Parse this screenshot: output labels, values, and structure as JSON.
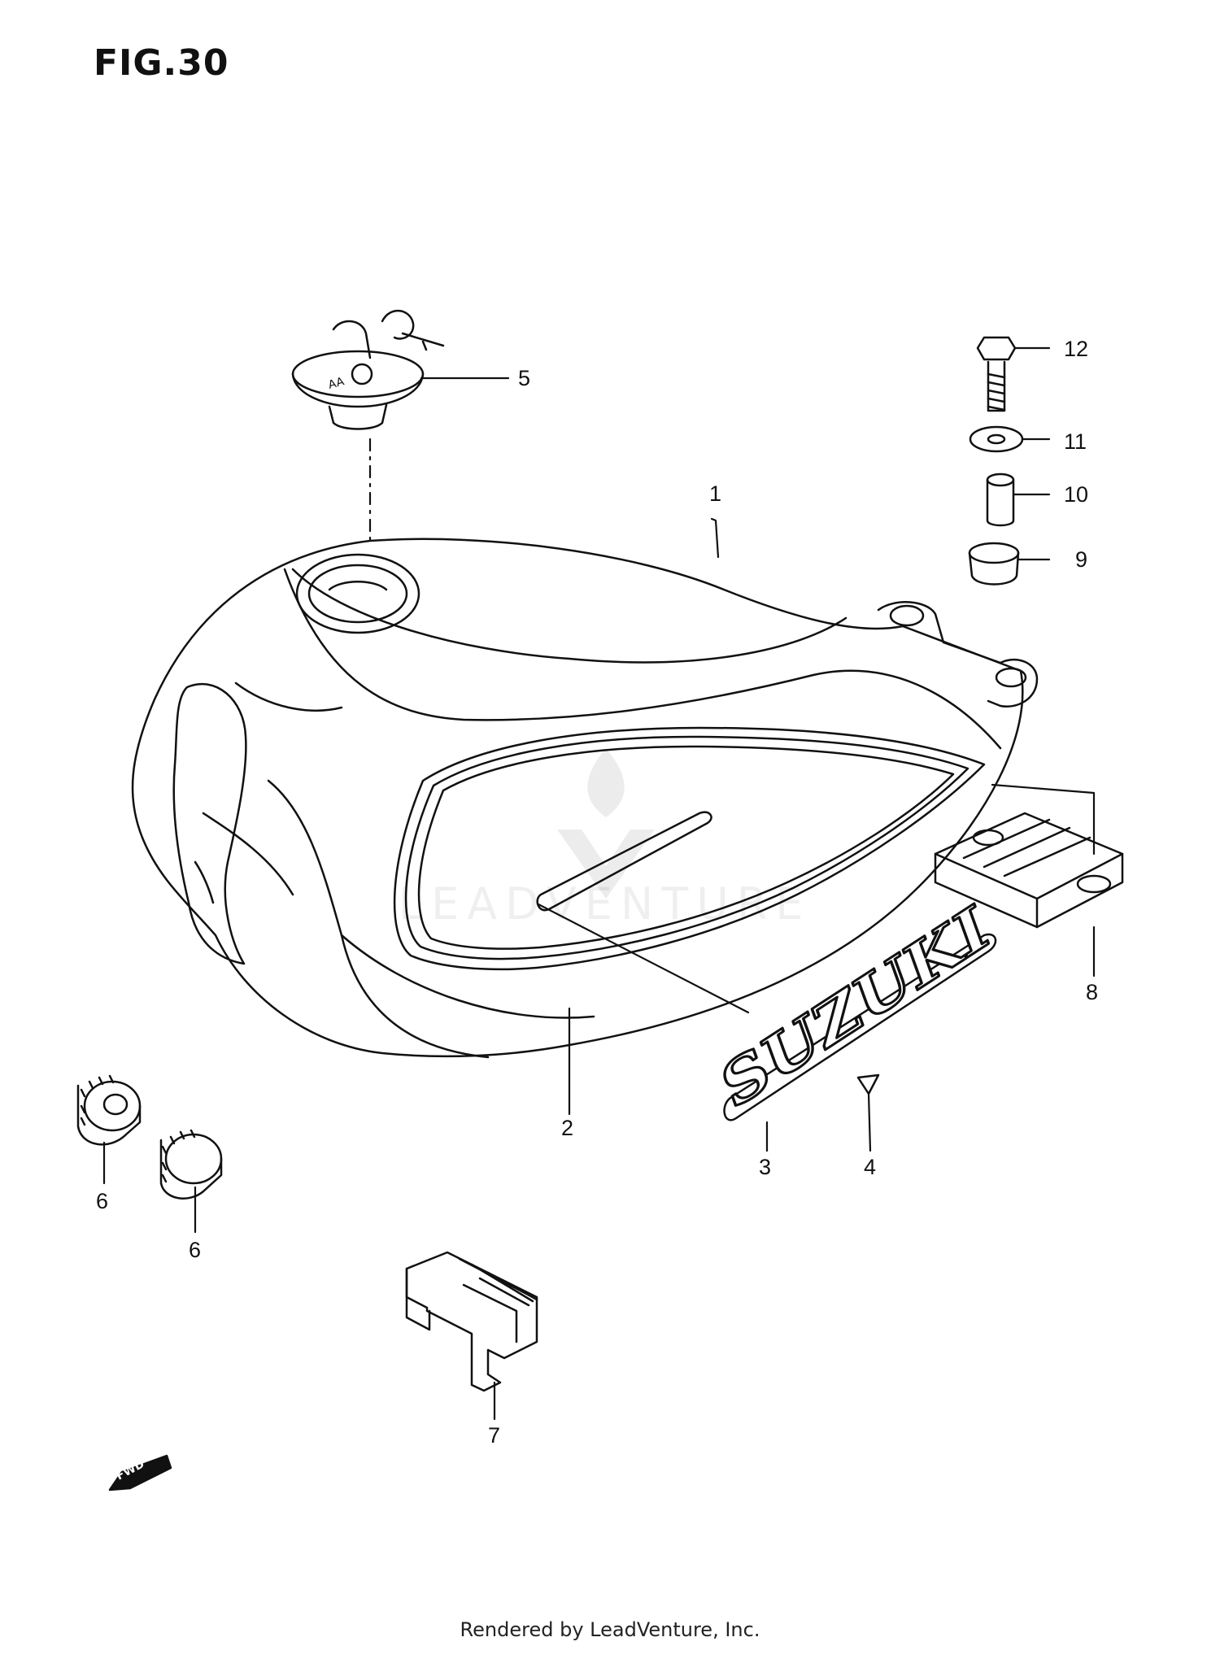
{
  "figure": {
    "title": "FIG.30",
    "forward_marker": "FWD"
  },
  "callouts": [
    {
      "id": "c1",
      "text": "1"
    },
    {
      "id": "c2",
      "text": "2"
    },
    {
      "id": "c3",
      "text": "3"
    },
    {
      "id": "c4",
      "text": "4"
    },
    {
      "id": "c5",
      "text": "5"
    },
    {
      "id": "c6a",
      "text": "6"
    },
    {
      "id": "c6b",
      "text": "6"
    },
    {
      "id": "c7",
      "text": "7"
    },
    {
      "id": "c8",
      "text": "8"
    },
    {
      "id": "c9",
      "text": "9"
    },
    {
      "id": "c10",
      "text": "10"
    },
    {
      "id": "c11",
      "text": "11"
    },
    {
      "id": "c12",
      "text": "12"
    }
  ],
  "emblem": {
    "text": "SUZUKI"
  },
  "watermark": {
    "text": "LEADVENTURE"
  },
  "footer": {
    "text": "Rendered by LeadVenture, Inc."
  }
}
